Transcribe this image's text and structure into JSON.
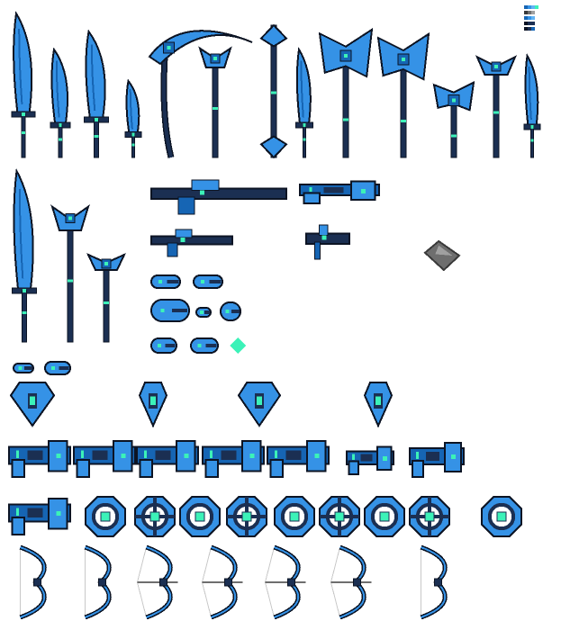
{
  "sheet": {
    "kind": "weapon-sprite-sheet",
    "palette": {
      "outline": "#0c1424",
      "dark": "#1b2f52",
      "mid": "#1665b4",
      "light": "#3592e6",
      "highlight": "#62b4f4",
      "gem": "#3cf2b8",
      "gray_dark": "#3a3a3a",
      "gray_mid": "#6e6e6e",
      "gray_light": "#a0a0a0",
      "string": "#c8c8c8"
    },
    "groups": [
      {
        "name": "swords",
        "icon": "sword-icon"
      },
      {
        "name": "scythe",
        "icon": "scythe-icon"
      },
      {
        "name": "staves",
        "icon": "staff-icon"
      },
      {
        "name": "spears",
        "icon": "spear-icon"
      },
      {
        "name": "axes",
        "icon": "axe-icon"
      },
      {
        "name": "guns",
        "icon": "gun-icon"
      },
      {
        "name": "projectiles",
        "icon": "bullet-icon"
      },
      {
        "name": "gem",
        "icon": "gem-icon"
      },
      {
        "name": "shields",
        "icon": "shield-icon"
      },
      {
        "name": "orbs",
        "icon": "orb-icon"
      },
      {
        "name": "bows",
        "icon": "bow-icon"
      }
    ]
  }
}
